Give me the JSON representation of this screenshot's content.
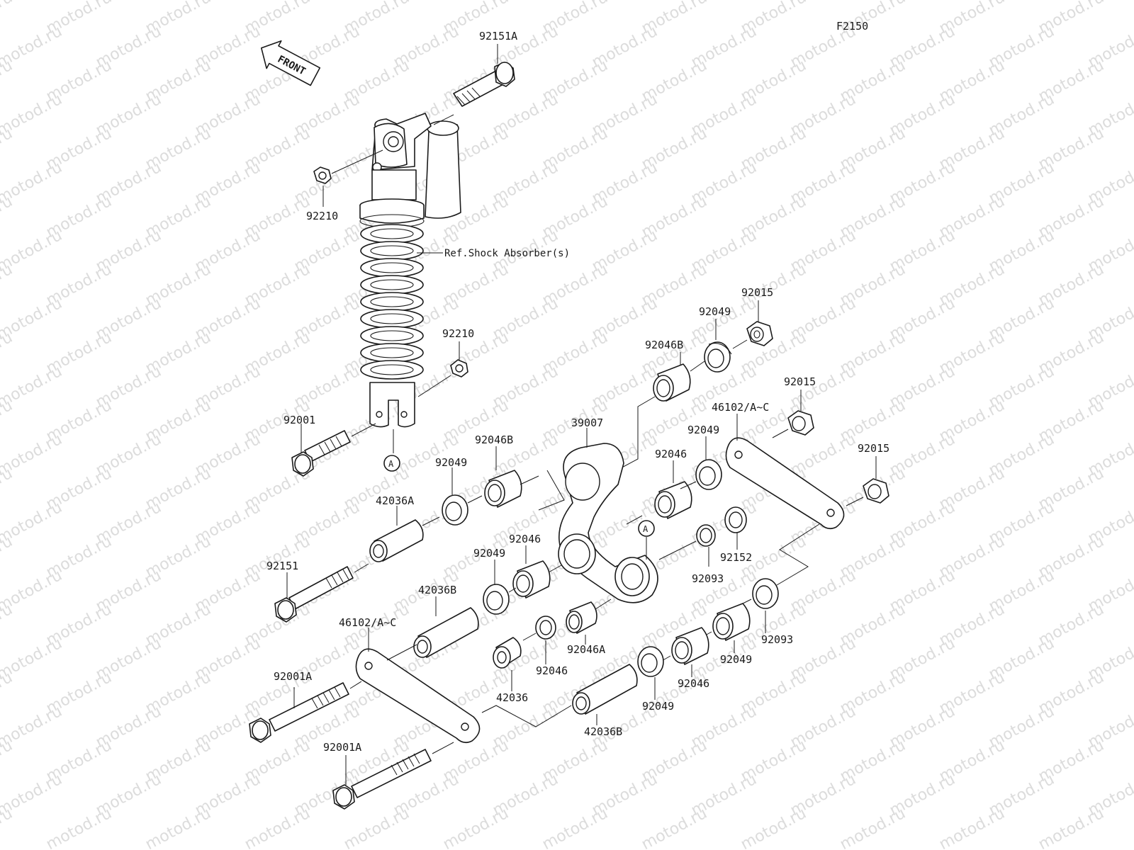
{
  "figure_code": "F2150",
  "direction_label": "FRONT",
  "reference_note": "Ref.Shock Absorber(s)",
  "ref_marker": "A",
  "watermark": "motod.ru",
  "parts": [
    {
      "number": "92151A",
      "desc": ""
    },
    {
      "number": "92210",
      "desc": ""
    },
    {
      "number": "92210",
      "desc": ""
    },
    {
      "number": "92001",
      "desc": ""
    },
    {
      "number": "92015",
      "desc": ""
    },
    {
      "number": "92049",
      "desc": ""
    },
    {
      "number": "92046B",
      "desc": ""
    },
    {
      "number": "92015",
      "desc": ""
    },
    {
      "number": "46102/A~C",
      "desc": ""
    },
    {
      "number": "92015",
      "desc": ""
    },
    {
      "number": "39007",
      "desc": ""
    },
    {
      "number": "92049",
      "desc": ""
    },
    {
      "number": "92046B",
      "desc": ""
    },
    {
      "number": "92046",
      "desc": ""
    },
    {
      "number": "92049",
      "desc": ""
    },
    {
      "number": "42036A",
      "desc": ""
    },
    {
      "number": "92046",
      "desc": ""
    },
    {
      "number": "92049",
      "desc": ""
    },
    {
      "number": "92152",
      "desc": ""
    },
    {
      "number": "92093",
      "desc": ""
    },
    {
      "number": "92151",
      "desc": ""
    },
    {
      "number": "42036B",
      "desc": ""
    },
    {
      "number": "46102/A~C",
      "desc": ""
    },
    {
      "number": "92046A",
      "desc": ""
    },
    {
      "number": "92093",
      "desc": ""
    },
    {
      "number": "92049",
      "desc": ""
    },
    {
      "number": "92046",
      "desc": ""
    },
    {
      "number": "92046",
      "desc": ""
    },
    {
      "number": "92049",
      "desc": ""
    },
    {
      "number": "92001A",
      "desc": ""
    },
    {
      "number": "42036",
      "desc": ""
    },
    {
      "number": "42036B",
      "desc": ""
    },
    {
      "number": "92001A",
      "desc": ""
    }
  ]
}
